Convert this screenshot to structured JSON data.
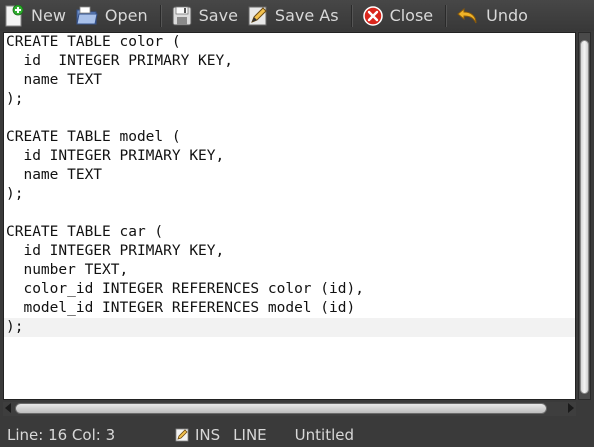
{
  "toolbar": {
    "new_label": "New",
    "open_label": "Open",
    "save_label": "Save",
    "save_as_label": "Save As",
    "close_label": "Close",
    "undo_label": "Undo"
  },
  "icons": {
    "new": "new-document-icon",
    "open": "open-folder-icon",
    "save": "floppy-disk-icon",
    "save_as": "pencil-icon",
    "close": "close-icon",
    "undo": "undo-arrow-icon",
    "pen": "pen-icon"
  },
  "editor": {
    "lines": [
      "CREATE TABLE color (",
      "  id  INTEGER PRIMARY KEY,",
      "  name TEXT",
      ");",
      "",
      "CREATE TABLE model (",
      "  id INTEGER PRIMARY KEY,",
      "  name TEXT",
      ");",
      "",
      "CREATE TABLE car (",
      "  id INTEGER PRIMARY KEY,",
      "  number TEXT,",
      "  color_id INTEGER REFERENCES color (id),",
      "  model_id INTEGER REFERENCES model (id)",
      ");"
    ]
  },
  "status": {
    "position": "Line: 16 Col: 3",
    "ins": "INS",
    "line_mode": "LINE",
    "document_name": "Untitled"
  },
  "colors": {
    "toolbar_bg": "#3d3d3d",
    "editor_bg": "#ffffff",
    "current_line": "#f2f2f2",
    "close_red": "#d9261c",
    "undo_yellow": "#f0b428"
  }
}
